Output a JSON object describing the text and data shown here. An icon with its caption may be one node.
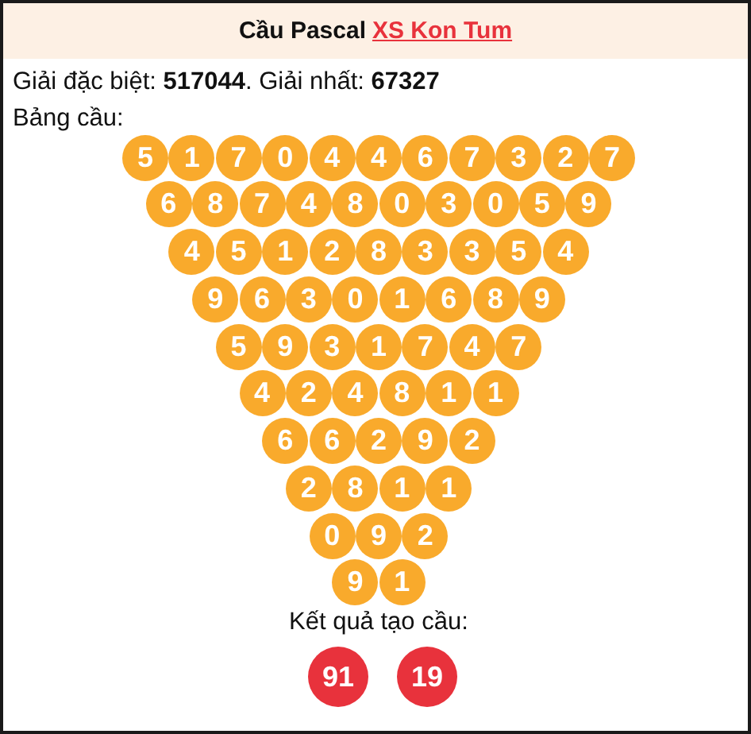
{
  "diagram": {
    "title": "Cầu Pascal",
    "nodes": [
      {
        "text": [
          "5"
        ]
      },
      {
        "text": [
          "1"
        ]
      },
      {
        "text": [
          "7"
        ]
      },
      {
        "text": [
          "0"
        ]
      },
      {
        "text": [
          "4"
        ]
      },
      {
        "text": [
          "4"
        ]
      },
      {
        "text": [
          "6"
        ]
      },
      {
        "text": [
          "7"
        ]
      },
      {
        "text": [
          "3"
        ]
      },
      {
        "text": [
          "2"
        ]
      },
      {
        "text": [
          "7"
        ]
      },
      {
        "text": [
          "6"
        ]
      },
      {
        "text": [
          "8"
        ]
      },
      {
        "text": [
          "7"
        ]
      },
      {
        "text": [
          "4"
        ]
      },
      {
        "text": [
          "8"
        ]
      },
      {
        "text": [
          "0"
        ]
      },
      {
        "text": [
          "3"
        ]
      },
      {
        "text": [
          "0"
        ]
      },
      {
        "text": [
          "5"
        ]
      },
      {
        "text": [
          "9"
        ]
      },
      {
        "text": [
          "4"
        ]
      },
      {
        "text": [
          "5"
        ]
      },
      {
        "text": [
          "1"
        ]
      },
      {
        "text": [
          "2"
        ]
      },
      {
        "text": [
          "8"
        ]
      },
      {
        "text": [
          "3"
        ]
      },
      {
        "text": [
          "3"
        ]
      },
      {
        "text": [
          "5"
        ]
      },
      {
        "text": [
          "4"
        ]
      },
      {
        "text": [
          "9"
        ]
      },
      {
        "text": [
          "6"
        ]
      },
      {
        "text": [
          "3"
        ]
      },
      {
        "text": [
          "0"
        ]
      },
      {
        "text": [
          "1"
        ]
      },
      {
        "text": [
          "6"
        ]
      },
      {
        "text": [
          "8"
        ]
      },
      {
        "text": [
          "9"
        ]
      },
      {
        "text": [
          "5"
        ]
      },
      {
        "text": [
          "9"
        ]
      },
      {
        "text": [
          "3"
        ]
      },
      {
        "text": [
          "1"
        ]
      },
      {
        "text": [
          "7"
        ]
      },
      {
        "text": [
          "4"
        ]
      },
      {
        "text": [
          "7"
        ]
      },
      {
        "text": [
          "4"
        ]
      },
      {
        "text": [
          "2"
        ]
      },
      {
        "text": [
          "4"
        ]
      },
      {
        "text": [
          "8"
        ]
      },
      {
        "text": [
          "1"
        ]
      },
      {
        "text": [
          "1"
        ]
      },
      {
        "text": [
          "6"
        ]
      },
      {
        "text": [
          "6"
        ]
      },
      {
        "text": [
          "2"
        ]
      },
      {
        "text": [
          "9"
        ]
      },
      {
        "text": [
          "2"
        ]
      },
      {
        "text": [
          "2"
        ]
      },
      {
        "text": [
          "8"
        ]
      },
      {
        "text": [
          "1"
        ]
      },
      {
        "text": [
          "1"
        ]
      },
      {
        "text": [
          "0"
        ]
      },
      {
        "text": [
          "9"
        ]
      },
      {
        "text": [
          "2"
        ]
      },
      {
        "text": [
          "9"
        ]
      },
      {
        "text": [
          "1"
        ]
      },
      {
        "text": [
          "91"
        ]
      },
      {
        "text": [
          "19"
        ]
      }
    ],
    "edges": [],
    "labels": [
      "XS Kon Tum",
      "Giải đặc biệt: **517044**. Giải nhất: **67327**",
      "Bảng cầu:",
      "Kết quả tạo cầu:"
    ]
  }
}
